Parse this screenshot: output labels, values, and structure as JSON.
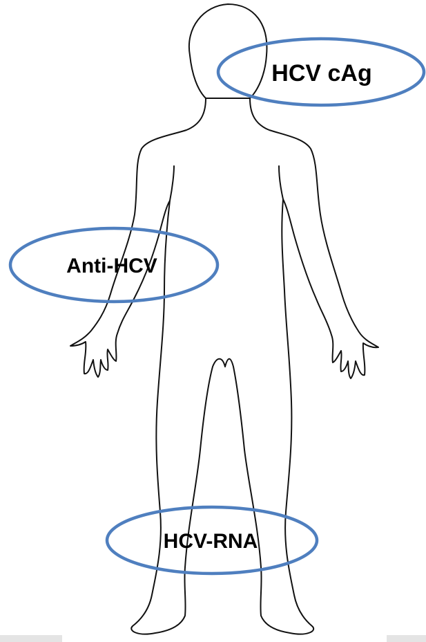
{
  "labels": {
    "hcv_cag": "HCV cAg",
    "anti_hcv": "Anti-HCV",
    "hcv_rna": "HCV-RNA"
  },
  "colors": {
    "oval_stroke": "#4f7fbf",
    "outline": "#111111",
    "label_text": "#000000",
    "bottom_strip": "#e4e4e4"
  }
}
